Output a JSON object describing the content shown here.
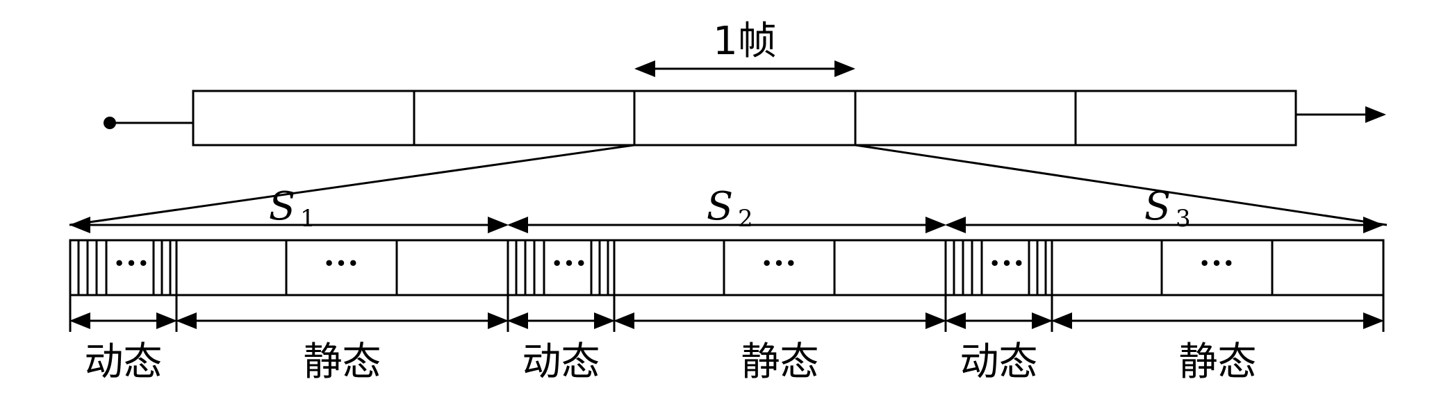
{
  "frame_label": "1帧",
  "segments": [
    {
      "s_letter": "S",
      "s_sub": "1",
      "dynamic_label": "动态",
      "static_label": "静态"
    },
    {
      "s_letter": "S",
      "s_sub": "2",
      "dynamic_label": "动态",
      "static_label": "静态"
    },
    {
      "s_letter": "S",
      "s_sub": "3",
      "dynamic_label": "动态",
      "static_label": "静态"
    }
  ],
  "ellipsis": "···",
  "line_color": "#000000"
}
